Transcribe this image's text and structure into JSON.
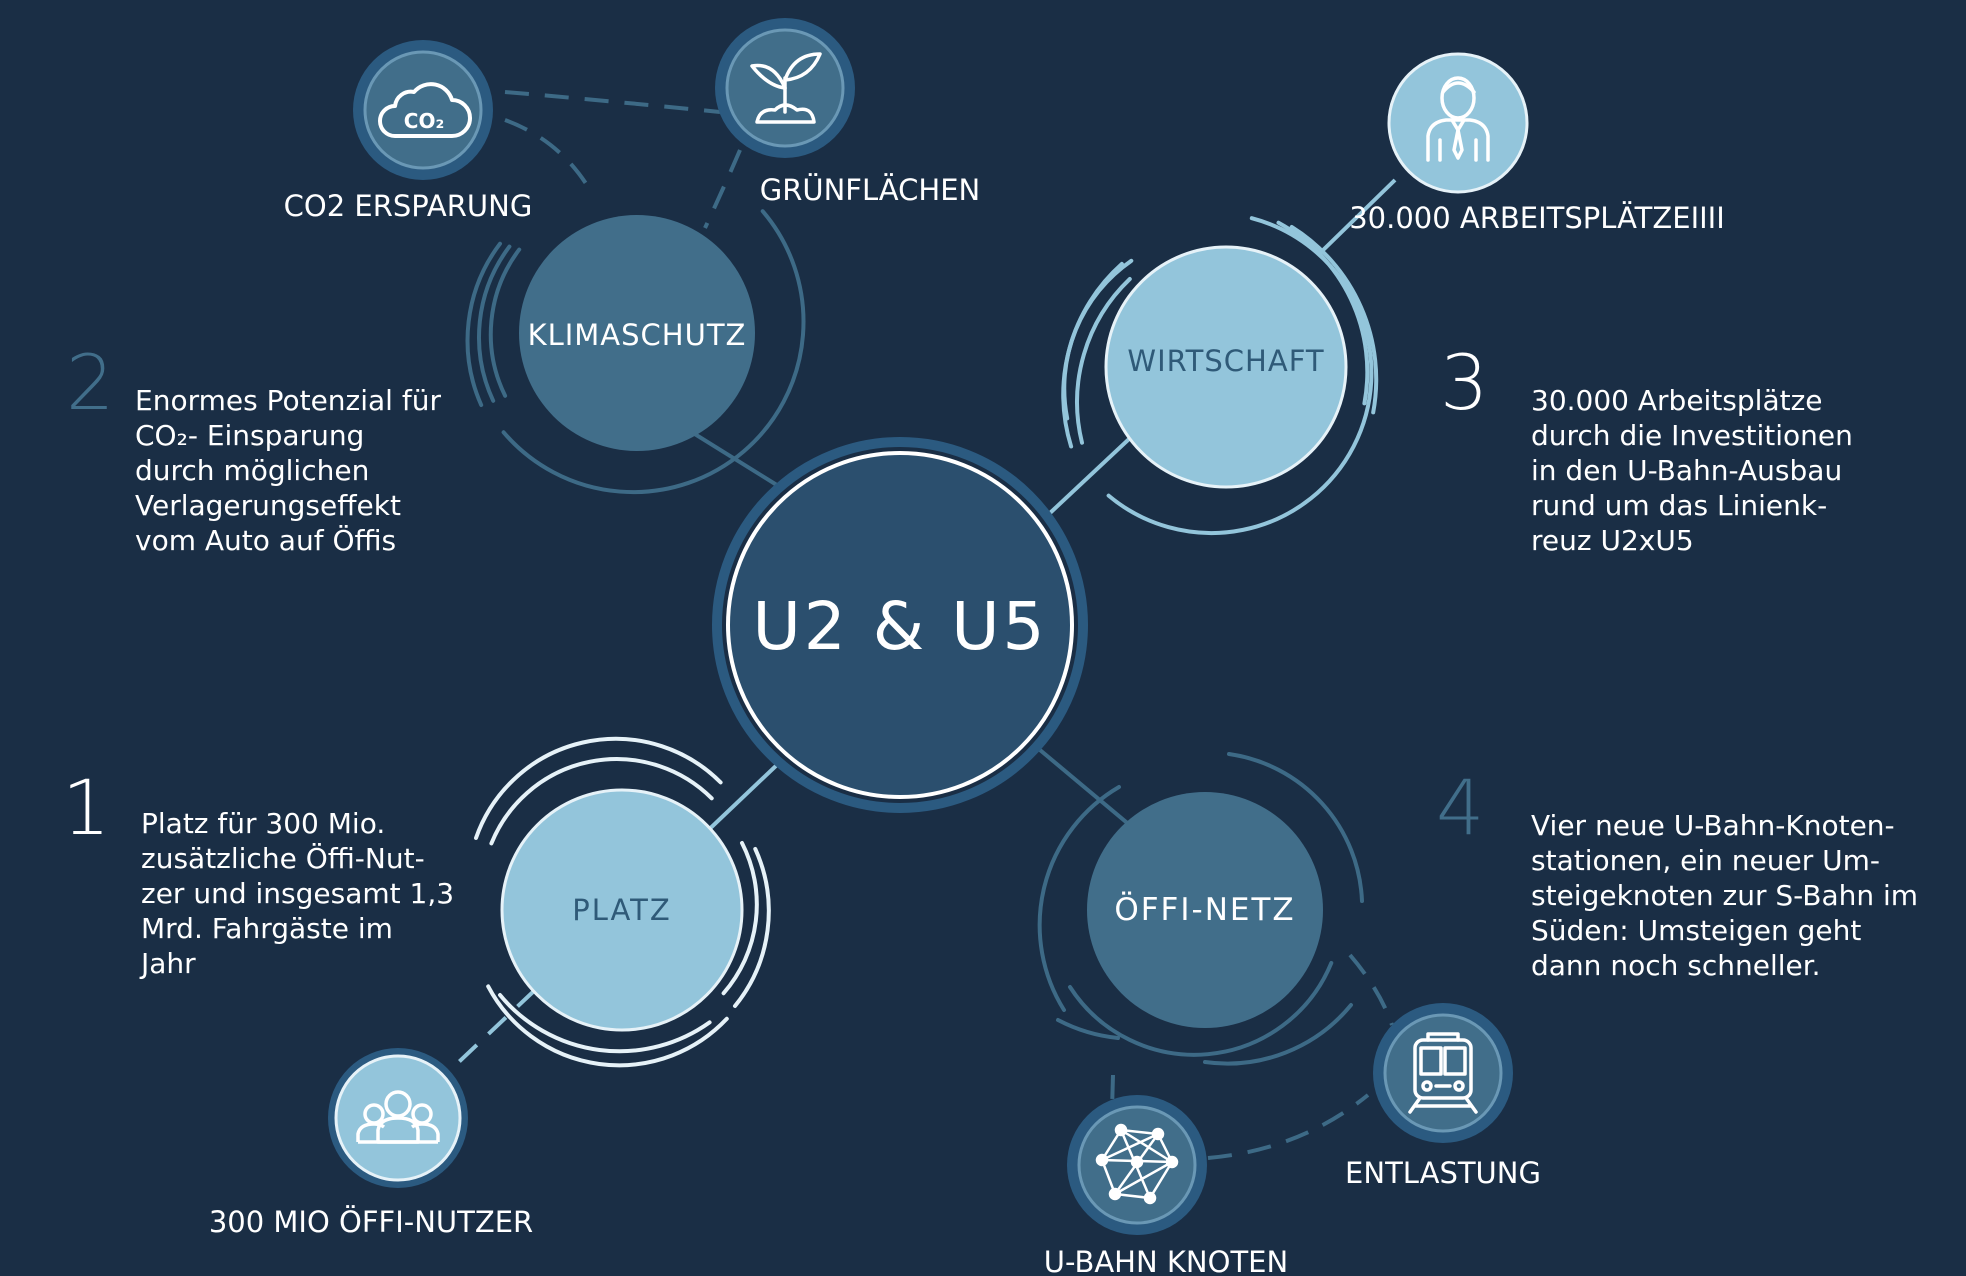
{
  "center": {
    "label": "U2 & U5"
  },
  "hubs": {
    "klimaschutz": "KLIMASCHUTZ",
    "wirtschaft": "WIRTSCHAFT",
    "platz": "PLATZ",
    "oeffi_netz": "ÖFFI-NETZ"
  },
  "satellites": {
    "co2": {
      "label": "CO2 ERSPARUNG",
      "icon": "co2-cloud-icon",
      "icon_text": "CO₂"
    },
    "gruen": {
      "label": "GRÜNFLÄCHEN",
      "icon": "plant-sprout-icon"
    },
    "jobs": {
      "label": "30.000 ARBEITSPLÄTZEIIII",
      "icon": "businessman-icon"
    },
    "nutzer": {
      "label": "300 MIO ÖFFI-NUTZER",
      "icon": "people-group-icon"
    },
    "entlastung": {
      "label": "ENTLASTUNG",
      "icon": "train-front-icon"
    },
    "knoten": {
      "label": "U-BAHN KNOTEN",
      "icon": "network-nodes-icon"
    }
  },
  "points": [
    {
      "number": "1",
      "text": "Platz für 300 Mio.\nzusätzliche Öffi-Nut-\nzer und insgesamt 1,3\nMrd. Fahrgäste im\nJahr"
    },
    {
      "number": "2",
      "text": "Enormes Potenzial für\nCO₂- Einsparung\ndurch möglichen\nVerlagerungseffekt\nvom Auto auf Öffis"
    },
    {
      "number": "3",
      "text": "30.000 Arbeitsplätze\ndurch die Investitionen\nin den U-Bahn-Ausbau\nrund um das Linienk-\nreuz U2xU5"
    },
    {
      "number": "4",
      "text": "Vier neue U-Bahn-Knoten-\nstationen, ein neuer Um-\nsteigeknoten zur S-Bahn im\nSüden: Umsteigen geht\ndann noch schneller."
    }
  ],
  "colors": {
    "background": "#1a2e45",
    "dark_hub": "#416e8a",
    "light_hub": "#93c5db",
    "center": "#2b4f6e",
    "ring_light": "#93c5db",
    "ring_dark": "#3d6a86"
  }
}
